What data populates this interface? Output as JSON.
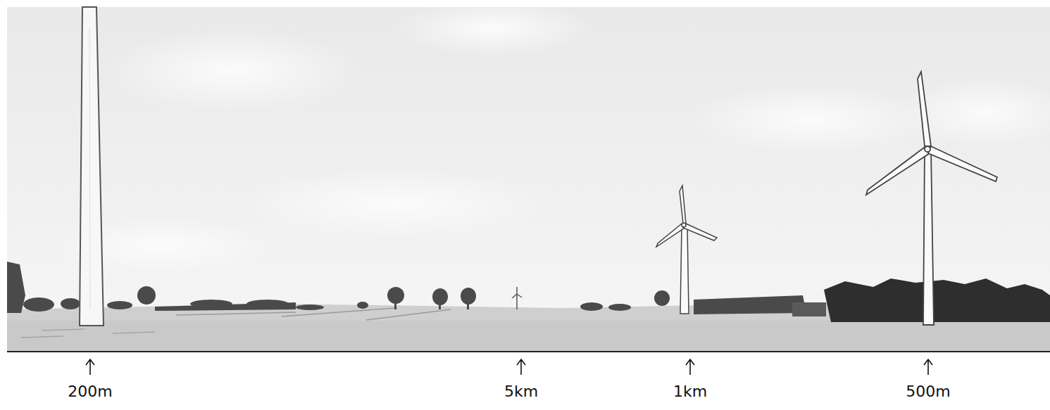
{
  "diagram": {
    "labels": [
      "200m",
      "5km",
      "1km",
      "500m"
    ]
  }
}
